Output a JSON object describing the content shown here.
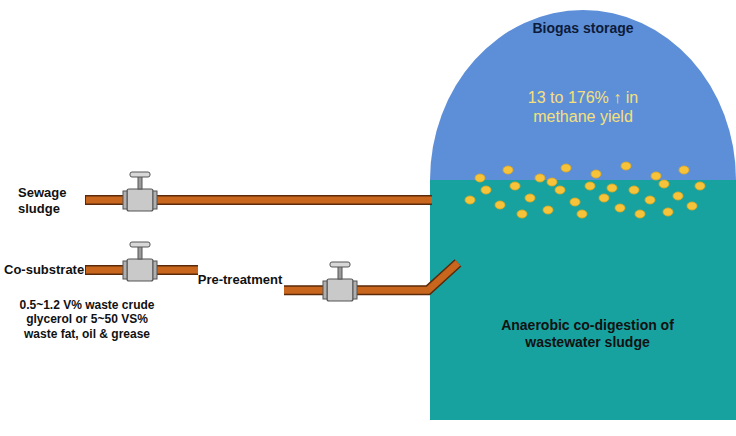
{
  "diagram": {
    "nodes": [
      {
        "text": [
          "Biogas storage",
          "13 to 176% ↑ in methane yield"
        ]
      },
      {
        "text": [
          "Anaerobic co-digestion of wastewater sludge"
        ],
        "in": 0
      },
      {
        "text": [
          "Pre-treatment"
        ]
      },
      {
        "text": [
          "0.5~1.2 V% waste crude glycerol or 5~50 VS% waste fat, oil & grease"
        ]
      }
    ],
    "edges": [
      {
        "from": 2,
        "to": 1,
        "arrow": "none"
      }
    ],
    "labels": [
      "Sewage sludge",
      "Co-substrate"
    ]
  }
}
